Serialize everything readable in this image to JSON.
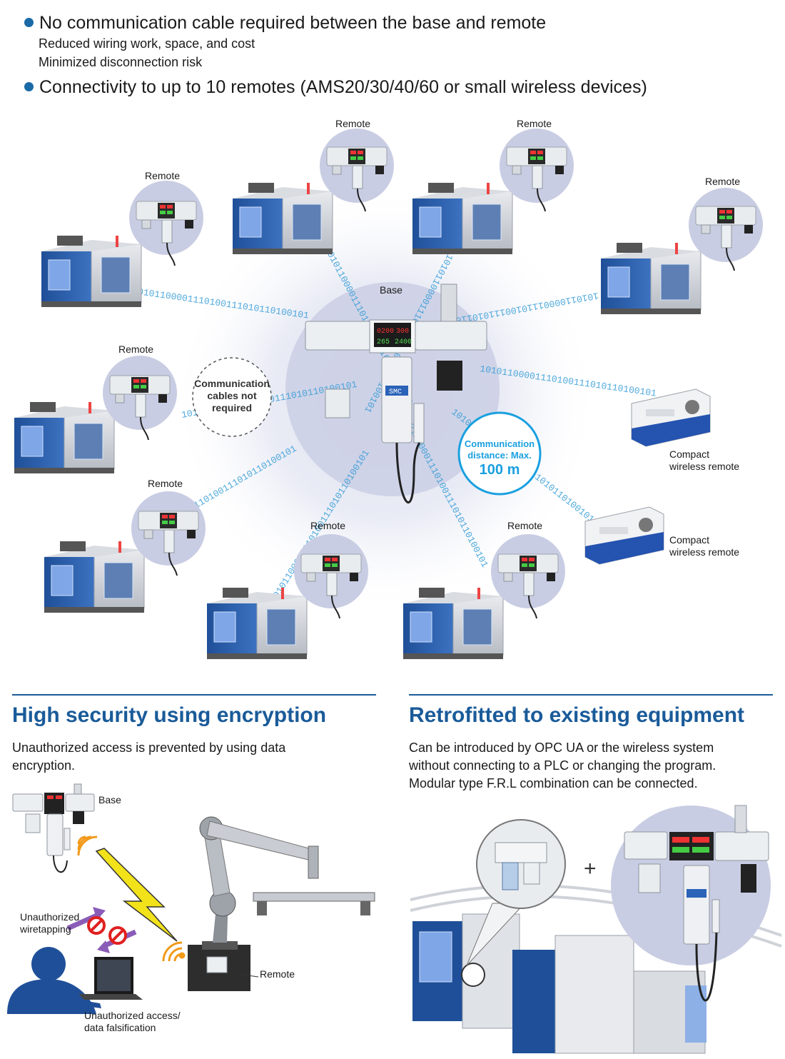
{
  "intro": {
    "bullet1": "No communication cable required between the base and remote",
    "bullet1_sub1": "Reduced wiring work, space, and cost",
    "bullet1_sub2": "Minimized disconnection risk",
    "bullet2": "Connectivity to up to 10 remotes (AMS20/30/40/60 or small wireless devices)"
  },
  "diagram": {
    "base_label": "Base",
    "remote_label": "Remote",
    "compact_line1": "Compact",
    "compact_line2": "wireless remote",
    "no_cable_line1": "Communication",
    "no_cable_line2": "cables not",
    "no_cable_line3": "required",
    "distance_line1": "Communication",
    "distance_line2": "distance: Max.",
    "distance_value": "100 m",
    "binary_stream": "10101100001110100111010110100101",
    "display_values": [
      "0200",
      "300",
      "265",
      "2400"
    ],
    "brand": "SMC"
  },
  "security": {
    "title": "High security using encryption",
    "desc_line1": "Unauthorized access is prevented by using data",
    "desc_line2": "encryption.",
    "base_label": "Base",
    "wiretap_line1": "Unauthorized",
    "wiretap_line2": "wiretapping",
    "remote_label": "Remote",
    "access_line1": "Unauthorized access/",
    "access_line2": "data falsification"
  },
  "retrofit": {
    "title": "Retrofitted to existing equipment",
    "desc_line1": "Can be introduced by OPC UA or the wireless system",
    "desc_line2": "without connecting to a PLC or changing the program.",
    "desc_line3": "Modular type F.R.L combination can be connected.",
    "plus": "+"
  },
  "colors": {
    "accent_blue": "#1a5b99",
    "bullet_blue": "#1a6aa8",
    "bubble": "#c9cde3",
    "binary": "#2f9ad6",
    "distance_ring": "#1aa0e0"
  }
}
